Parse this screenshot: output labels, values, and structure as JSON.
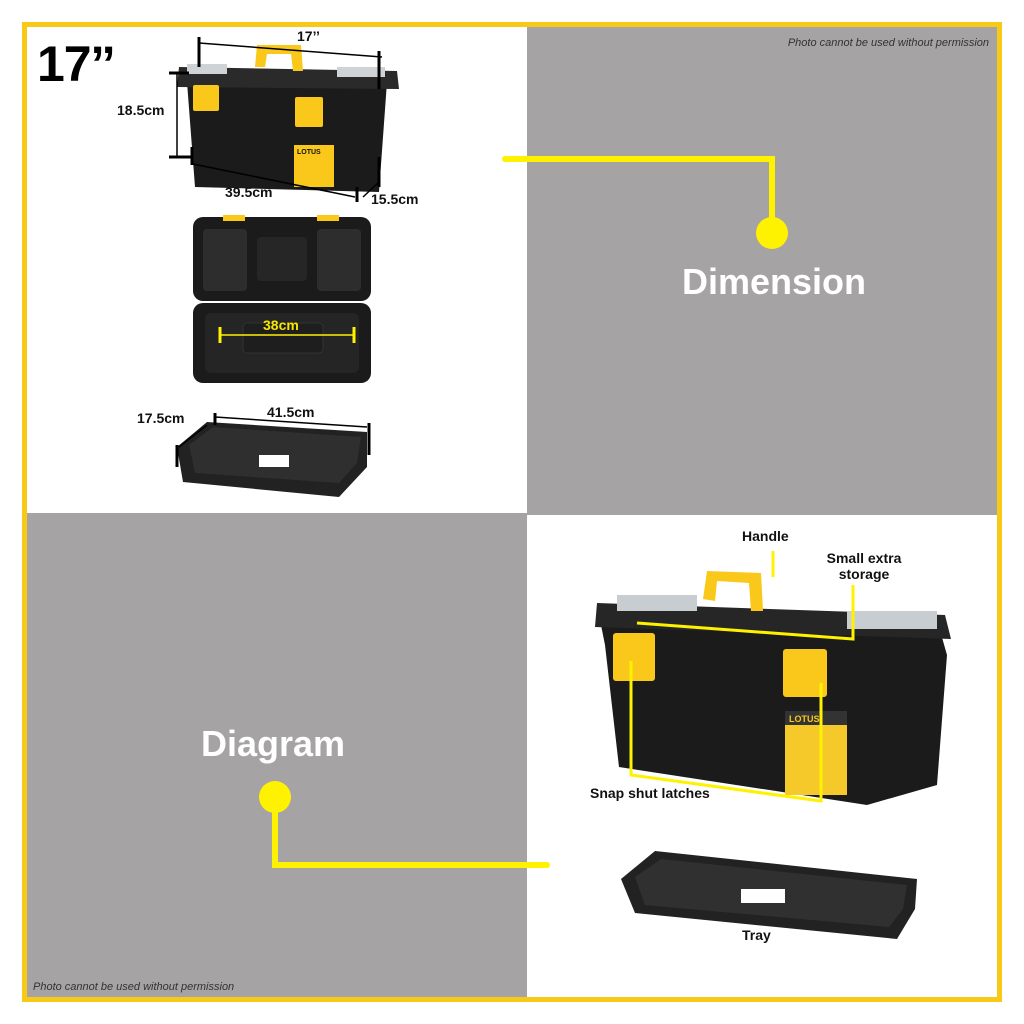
{
  "dimension_panel": {
    "size_label": "17’’",
    "measurements": {
      "length_top": "17’’",
      "height": "18.5cm",
      "length_bottom": "39.5cm",
      "depth": "15.5cm",
      "inner_length": "38cm",
      "tray_depth": "17.5cm",
      "tray_length": "41.5cm"
    }
  },
  "section_titles": {
    "dimension": "Dimension",
    "diagram": "Diagram"
  },
  "watermarks": {
    "top_right": "Photo cannot be used without permission",
    "bottom_left": "Photo cannot be used without permission"
  },
  "diagram_panel": {
    "callouts": {
      "handle": "Handle",
      "storage_line1": "Small extra",
      "storage_line2": "storage",
      "latches": "Snap shut latches",
      "tray": "Tray"
    },
    "brand_label": "LOTUS"
  },
  "colors": {
    "border": "#f8c916",
    "accent_yellow": "#fff200",
    "panel_gray": "#a5a3a4",
    "box_black": "#1b1b1b",
    "latch_yellow": "#f9c81a"
  }
}
